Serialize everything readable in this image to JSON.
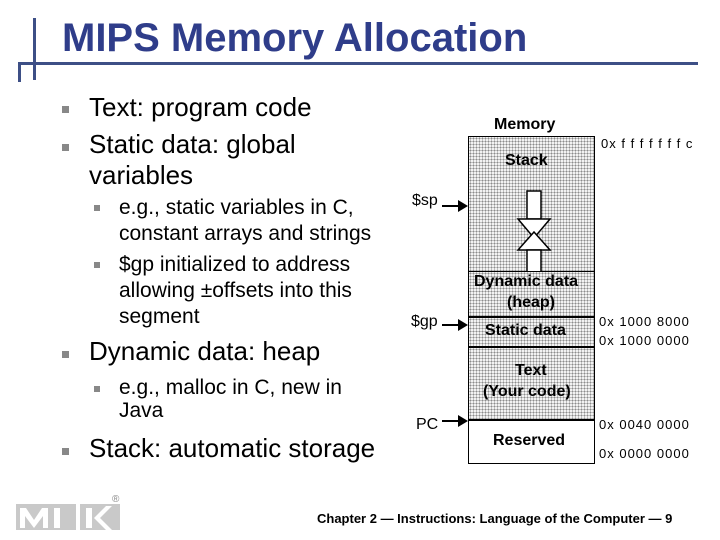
{
  "title": "MIPS Memory Allocation",
  "bullets": {
    "text_line1": "Text: program code",
    "static_line1": "Static data: global",
    "static_line2": "variables",
    "static_sub1_line1": "e.g., static variables in C,",
    "static_sub1_line2": "constant arrays and strings",
    "static_sub2_line1": "$gp initialized to address",
    "static_sub2_line2": "allowing ±offsets into this",
    "static_sub2_line3": "segment",
    "dynamic": "Dynamic data: heap",
    "dynamic_sub_line1": "e.g., malloc in C, new in",
    "dynamic_sub_line2": "Java",
    "stack": "Stack: automatic storage"
  },
  "memory": {
    "header": "Memory",
    "stack": "Stack",
    "dynamic_line1": "Dynamic data",
    "dynamic_line2": "(heap)",
    "static": "Static data",
    "text_line1": "Text",
    "text_line2": "(Your code)",
    "reserved": "Reserved"
  },
  "pointers": {
    "sp": "$sp",
    "gp": "$gp",
    "pc": "PC"
  },
  "addresses": {
    "top": "0x f f f f f f f c",
    "static_top": "0x 1000 8000",
    "static_base": "0x 1000 0000",
    "text_base": "0x 0040 0000",
    "zero": "0x 0000 0000"
  },
  "footer": "Chapter 2 — Instructions: Language of the Computer — 9",
  "logo": {
    "text": "MK",
    "mark": "®"
  },
  "colors": {
    "title": "#2f3d8a",
    "accent_bar": "#3d4f86",
    "bullet": "#888888"
  }
}
